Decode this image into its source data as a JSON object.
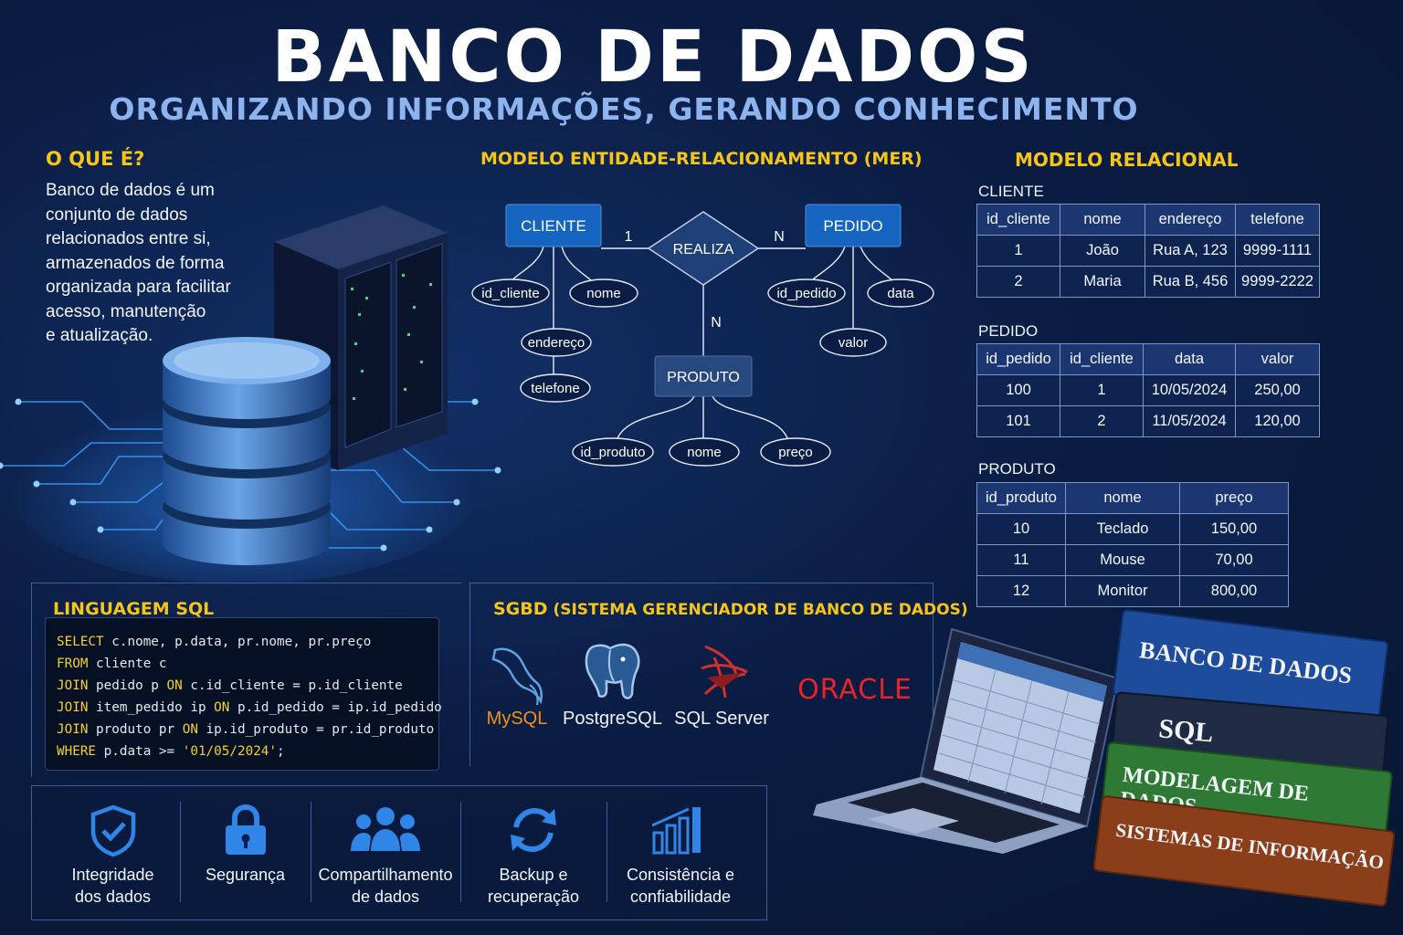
{
  "header": {
    "title": "BANCO DE DADOS",
    "subtitle": "ORGANIZANDO INFORMAÇÕES, GERANDO CONHECIMENTO"
  },
  "intro": {
    "title": "O QUE É?",
    "lines": [
      "Banco de dados é um",
      "conjunto de dados",
      "relacionados entre si,",
      "armazenados de forma",
      "organizada para facilitar",
      "acesso, manutenção",
      "e atualização."
    ]
  },
  "mer": {
    "title": "MODELO ENTIDADE-RELACIONAMENTO (MER)",
    "entities": {
      "cliente": "CLIENTE",
      "pedido": "PEDIDO",
      "produto": "PRODUTO"
    },
    "relationship": "REALIZA",
    "cardinalities": {
      "cliente_side": "1",
      "pedido_side": "N",
      "produto_side": "N"
    },
    "attributes": {
      "cliente": [
        "id_cliente",
        "nome",
        "endereço",
        "telefone"
      ],
      "pedido": [
        "id_pedido",
        "data",
        "valor"
      ],
      "produto": [
        "id_produto",
        "nome",
        "preço"
      ]
    }
  },
  "relational": {
    "title": "MODELO RELACIONAL",
    "tables": [
      {
        "name": "CLIENTE",
        "columns": [
          "id_cliente",
          "nome",
          "endereço",
          "telefone"
        ],
        "rows": [
          [
            "1",
            "João",
            "Rua A, 123",
            "9999-1111"
          ],
          [
            "2",
            "Maria",
            "Rua B, 456",
            "9999-2222"
          ]
        ]
      },
      {
        "name": "PEDIDO",
        "columns": [
          "id_pedido",
          "id_cliente",
          "data",
          "valor"
        ],
        "rows": [
          [
            "100",
            "1",
            "10/05/2024",
            "250,00"
          ],
          [
            "101",
            "2",
            "11/05/2024",
            "120,00"
          ]
        ]
      },
      {
        "name": "PRODUTO",
        "columns": [
          "id_produto",
          "nome",
          "preço"
        ],
        "rows": [
          [
            "10",
            "Teclado",
            "150,00"
          ],
          [
            "11",
            "Mouse",
            "70,00"
          ],
          [
            "12",
            "Monitor",
            "800,00"
          ]
        ]
      }
    ]
  },
  "sql": {
    "title": "LINGUAGEM SQL",
    "lines": [
      {
        "kw": "SELECT",
        "text": " c.nome, p.data, pr.nome, pr.preço"
      },
      {
        "kw": "FROM",
        "text": " cliente c"
      },
      {
        "kw": "JOIN",
        "text": " pedido p ",
        "kw2": "ON",
        "text2": " c.id_cliente = p.id_cliente"
      },
      {
        "kw": "JOIN",
        "text": " item_pedido ip ",
        "kw2": "ON",
        "text2": " p.id_pedido = ip.id_pedido"
      },
      {
        "kw": "JOIN",
        "text": " produto pr ",
        "kw2": "ON",
        "text2": " ip.id_produto = pr.id_produto"
      },
      {
        "kw": "WHERE",
        "text": " p.data >= ",
        "str": "'01/05/2024'",
        "tail": ";"
      }
    ]
  },
  "sgbd": {
    "title_main": "SGBD",
    "title_sub": "(SISTEMA GERENCIADOR DE BANCO DE DADOS)",
    "products": [
      "MySQL",
      "PostgreSQL",
      "SQL Server",
      "ORACLE"
    ]
  },
  "features": [
    {
      "line1": "Integridade",
      "line2": "dos dados",
      "icon": "shield-check-icon"
    },
    {
      "line1": "Segurança",
      "line2": "",
      "icon": "padlock-icon"
    },
    {
      "line1": "Compartilhamento",
      "line2": "de dados",
      "icon": "users-icon"
    },
    {
      "line1": "Backup e",
      "line2": "recuperação",
      "icon": "sync-arrows-icon"
    },
    {
      "line1": "Consistência e",
      "line2": "confiabilidade",
      "icon": "bar-chart-icon"
    }
  ],
  "books": [
    "BANCO DE DADOS",
    "SQL",
    "MODELAGEM DE DADOS",
    "SISTEMAS DE INFORMAÇÃO"
  ],
  "colors": {
    "accent_yellow": "#f5c518",
    "subtitle_blue": "#8db4ef",
    "entity_blue": "#1565c0",
    "oracle_red": "#e8232a",
    "mysql_orange": "#f29111"
  }
}
